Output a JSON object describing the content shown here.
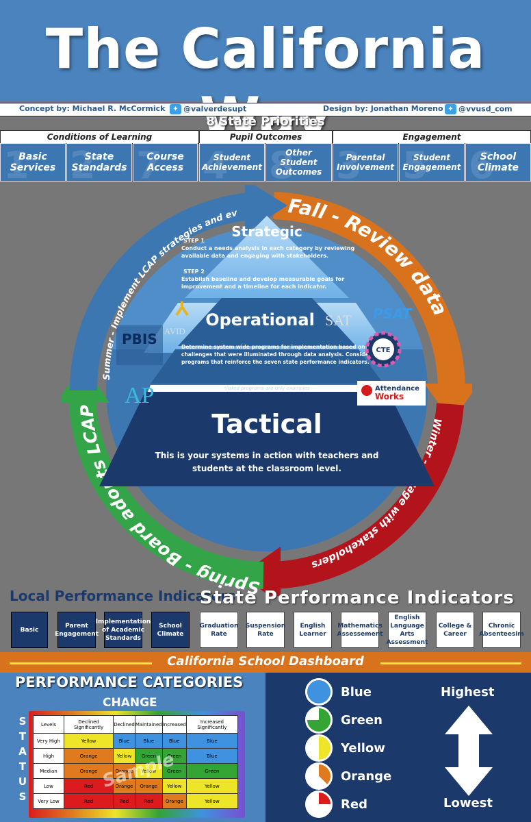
{
  "title": "The California Way",
  "credits": {
    "concept": "Concept by: Michael R. McCormick",
    "concept_handle": "@valverdesupt",
    "design": "Design by: Jonathan Moreno",
    "design_handle": "@vvusd_com"
  },
  "priorities": {
    "title": "8 State Priorities",
    "groups": [
      "Conditions of Learning",
      "Pupil Outcomes",
      "Engagement"
    ],
    "items": [
      {
        "num": "1",
        "label": "Basic Services"
      },
      {
        "num": "2",
        "label": "State Standards"
      },
      {
        "num": "7",
        "label": "Course Access"
      },
      {
        "num": "4",
        "label": "Student Achievement"
      },
      {
        "num": "8",
        "label": "Other Student Outcomes"
      },
      {
        "num": "3",
        "label": "Parental Involvement"
      },
      {
        "num": "5",
        "label": "Student Engagement"
      },
      {
        "num": "6",
        "label": "School Climate"
      }
    ]
  },
  "cycle": {
    "fall": "Fall - Review data",
    "winter": "Winter - Engage with stakeholders",
    "spring": "Spring - Board adopts LCAP",
    "summer": "Summer - Implement LCAP strategies and evaluate"
  },
  "pyramid": {
    "strategic": "Strategic",
    "step1_label": "STEP 1",
    "step1_text_a": "Conduct a needs analysis in each category by reviewing",
    "step1_text_b": "available data and engaging with stakeholders.",
    "step2_label": "STEP 2",
    "step2_text_a": "Establish baseline and develop measurable goals for",
    "step2_text_b": "improvement and a timeline for each indicator.",
    "operational": "Operational",
    "operational_text_a": "Determine system wide programs for implementation based on",
    "operational_text_b": "challenges that were illuminated through data analysis.  Consider",
    "operational_text_c": "programs that reinforce the seven state performance indicators.",
    "note": "*listed programs are only examples",
    "tactical": "Tactical",
    "tactical_text_a": "This is your systems in action with teachers and",
    "tactical_text_b": "students at the classroom level."
  },
  "logos": {
    "avid": "AVID",
    "sat": "SAT",
    "psat": "PSAT",
    "pbis": "PBIS",
    "cte": "CTE",
    "ap": "AP",
    "attendance_a": "Attendance",
    "attendance_b": "Works"
  },
  "indicators": {
    "local_title": "Local Performance Indicators",
    "state_title": "State Performance Indicators",
    "local": [
      "Basic",
      "Parent Engagement",
      "Implementation of Academic Standards",
      "School Climate"
    ],
    "state": [
      "Graduation Rate",
      "Suspension Rate",
      "English Learner",
      "Mathematics Assessement",
      "English Language Arts Assessment",
      "College & Career",
      "Chronic Absenteesim"
    ]
  },
  "dashboard": {
    "title": "California School Dashboard"
  },
  "performance": {
    "title": "PERFORMANCE CATEGORIES",
    "change_label": "CHANGE",
    "status_letters": [
      "S",
      "T",
      "A",
      "T",
      "U",
      "S"
    ],
    "header": [
      "Levels",
      "Declined Significantly",
      "Declined",
      "Maintained",
      "Increased",
      "Increased Significantly"
    ],
    "rows": [
      {
        "level": "Very High",
        "cells": [
          "Yellow",
          "Blue",
          "Blue",
          "Blue",
          "Blue"
        ]
      },
      {
        "level": "High",
        "cells": [
          "Orange",
          "Yellow",
          "Green",
          "Green",
          "Blue"
        ]
      },
      {
        "level": "Median",
        "cells": [
          "Orange",
          "Orange",
          "Yellow",
          "Green",
          "Green"
        ]
      },
      {
        "level": "Low",
        "cells": [
          "Red",
          "Orange",
          "Orange",
          "Yellow",
          "Yellow"
        ]
      },
      {
        "level": "Very Low",
        "cells": [
          "Red",
          "Red",
          "Red",
          "Orange",
          "Yellow"
        ]
      }
    ],
    "watermark": "Sample",
    "legend": [
      {
        "label": "Blue",
        "color": "#3e92e0",
        "fill": 1.0
      },
      {
        "label": "Green",
        "color": "#34a434",
        "fill": 0.75
      },
      {
        "label": "Yellow",
        "color": "#eee428",
        "fill": 0.5
      },
      {
        "label": "Orange",
        "color": "#e07a1e",
        "fill": 0.375
      },
      {
        "label": "Red",
        "color": "#dc1c1c",
        "fill": 0.25
      }
    ],
    "highest": "Highest",
    "lowest": "Lowest"
  }
}
